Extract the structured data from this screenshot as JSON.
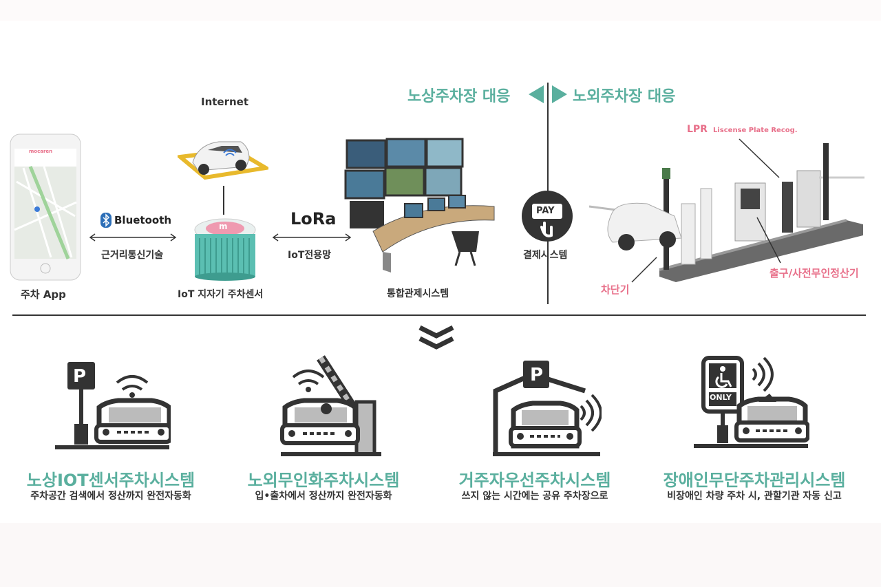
{
  "header": {
    "left": "노상주차장 대응",
    "right": "노외주차장 대응"
  },
  "diagram": {
    "internet": "Internet",
    "bluetooth": "Bluetooth",
    "short_range": "근거리통신기술",
    "lora": "LoRa",
    "iot_network": "IoT전용망",
    "app_label": "주차 App",
    "sensor_label": "IoT 지자기 주차센서",
    "control_label": "통합관제시스템",
    "pay_icon": "PAY",
    "payment_label": "결제시스템",
    "lpr_main": "LPR",
    "lpr_sub": "Liscense Plate Recog.",
    "barrier_label": "차단기",
    "kiosk_label": "출구/사전무인정산기",
    "app_brand": "mocaren",
    "sensor_badge": "m"
  },
  "systems": [
    {
      "title": "노상IOT센서주차시스템",
      "subtitle": "주차공간 검색에서 정산까지 완전자동화"
    },
    {
      "title": "노외무인화주차시스템",
      "subtitle": "입•출차에서 정산까지 완전자동화"
    },
    {
      "title": "거주자우선주차시스템",
      "subtitle": "쓰지 않는 시간에는 공유 주차장으로"
    },
    {
      "title": "장애인무단주차관리시스템",
      "subtitle": "비장애인 차량 주차 시, 관할기관 자동 신고"
    }
  ],
  "icons": {
    "parking_sign": "P",
    "only_sign": "ONLY"
  },
  "colors": {
    "teal": "#5aaf9e",
    "pink": "#e8708a",
    "dark": "#333333"
  }
}
